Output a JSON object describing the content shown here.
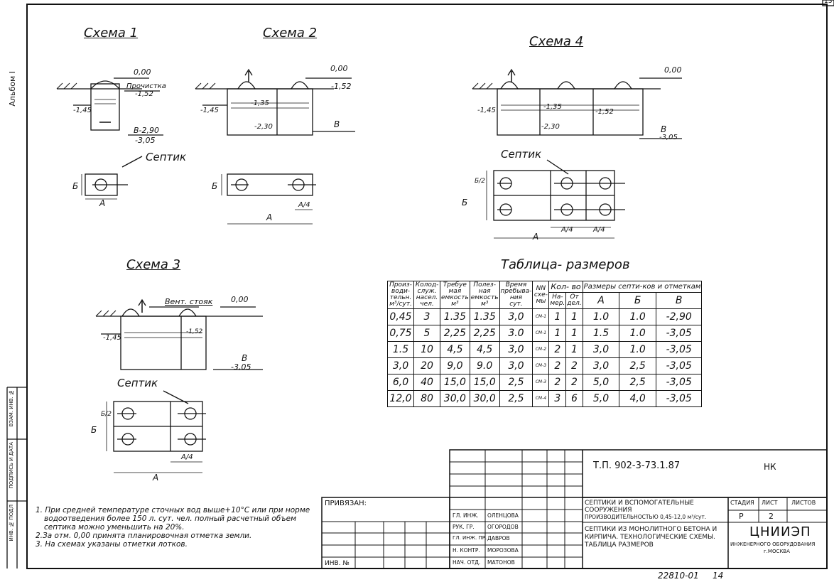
{
  "page": {
    "corner_number": "13",
    "album": "Альбом I",
    "side_stamp": [
      "ИНВ. № ПОДЛ",
      "ПОДПИСЬ И ДАТА",
      "ВЗАМ. ИНВ. №"
    ]
  },
  "schemes": {
    "s1": {
      "title": "Схема 1",
      "lbl_000": "0,00",
      "lbl_lotok": "Прочистка",
      "lbl_152": "-1,52",
      "lbl_145": "-1,45",
      "lbl_b": "В-2,90",
      "lbl_b2": "-3,05",
      "septik": "Септик",
      "dim_a": "А",
      "dim_b": "Б"
    },
    "s2": {
      "title": "Схема 2",
      "lbl_000": "0,00",
      "lbl_152": "-1,52",
      "lbl_145": "-1,45",
      "lbl_135": "-1,35",
      "lbl_230": "-2,30",
      "lbl_b": "В",
      "dim_a": "А",
      "dim_b": "Б",
      "dim_a4": "А/4"
    },
    "s3": {
      "title": "Схема 3",
      "vent": "Вент. стояк",
      "lbl_000": "0,00",
      "lbl_145": "-1,45",
      "lbl_152": "-1,52",
      "lbl_b": "В",
      "lbl_b2": "-3,05",
      "septik": "Септик",
      "dim_a": "А",
      "dim_b": "Б",
      "dim_b2": "Б/2",
      "dim_a4": "А/4"
    },
    "s4": {
      "title": "Схема 4",
      "lbl_000": "0,00",
      "lbl_145": "-1,45",
      "lbl_135": "-1,35",
      "lbl_152": "-1,52",
      "lbl_230": "-2,30",
      "lbl_b": "В",
      "lbl_b2": "-3,05",
      "septik": "Септик",
      "dim_a": "А",
      "dim_b": "Б",
      "dim_b2": "Б/2",
      "dim_a4a": "А/4",
      "dim_a4b": "А/4"
    }
  },
  "table": {
    "title": "Таблица- размеров",
    "headers": {
      "prod": [
        "Произ-",
        "води-",
        "тельн.",
        "м³/сут."
      ],
      "people": [
        "Колод-",
        "служ.",
        "насел.",
        "чел."
      ],
      "volreq": [
        "Требуе",
        "мая",
        "емкость",
        "м³"
      ],
      "volusef": [
        "Полез-",
        "ная",
        "емкость",
        "м³"
      ],
      "time": [
        "Время",
        "пребыва-",
        "ния",
        "сут."
      ],
      "nn": [
        "NN",
        "схе-",
        "мы"
      ],
      "count": "Кол- во",
      "count_sub": [
        "На-",
        "мер."
      ],
      "count_sub2": [
        "От",
        "дел."
      ],
      "sizes": "Размеры септи-ков и отметкам",
      "a": "А",
      "b": "Б",
      "v": "В"
    },
    "rows": [
      [
        "0,45",
        "3",
        "1.35",
        "1.35",
        "3,0",
        "СМ-1",
        "1",
        "1",
        "1.0",
        "1.0",
        "-2,90"
      ],
      [
        "0,75",
        "5",
        "2,25",
        "2,25",
        "3.0",
        "СМ-1",
        "1",
        "1",
        "1.5",
        "1.0",
        "-3,05"
      ],
      [
        "1.5",
        "10",
        "4,5",
        "4,5",
        "3,0",
        "СМ-2",
        "2",
        "1",
        "3,0",
        "1.0",
        "-3,05"
      ],
      [
        "3,0",
        "20",
        "9,0",
        "9.0",
        "3,0",
        "СМ-3",
        "2",
        "2",
        "3,0",
        "2,5",
        "-3,05"
      ],
      [
        "6,0",
        "40",
        "15,0",
        "15,0",
        "2,5",
        "СМ-3",
        "2",
        "2",
        "5,0",
        "2,5",
        "-3,05"
      ],
      [
        "12,0",
        "80",
        "30,0",
        "30,0",
        "2,5",
        "СМ-4",
        "3",
        "6",
        "5,0",
        "4,0",
        "-3,05"
      ]
    ]
  },
  "notes": [
    "1. При средней температуре сточных вод выше+10°С или при норме",
    "водоотведения более 150 л. сут. чел. полный расчетный объем",
    "септика можно уменьшить на 20%.",
    "2.За отм. 0,00 принята планировочная отметка земли.",
    "3. На схемах указаны отметки лотков."
  ],
  "titleblock": {
    "privyazan": "ПРИВЯЗАН:",
    "inv": "ИНВ. №",
    "doc_code": "Т.П. 902-3-73.1.87",
    "mark": "НК",
    "desc1": "СЕПТИКИ И ВСПОМОГАТЕЛЬНЫЕ",
    "desc2": "СООРУЖЕНИЯ",
    "desc3": "ПРОИЗВОДИТЕЛЬНОСТЬЮ 0,45-12,0 м³/сут.",
    "desc4": "СЕПТИКИ ИЗ МОНОЛИТНОГО БЕТОНА И",
    "desc5": "КИРПИЧА. ТЕХНОЛОГИЧЕСКИЕ СХЕМЫ.",
    "desc6": "ТАБЛИЦА РАЗМЕРОВ",
    "stadia": "СТАДИЯ",
    "list": "ЛИСТ",
    "listov": "ЛИСТОВ",
    "stadia_v": "Р",
    "list_v": "2",
    "org1": "ЦНИИЭП",
    "org2": "ИНЖЕНЕРНОГО ОБОРУДОВАНИЯ",
    "org3": "г.МОСКВА",
    "people": [
      [
        "ГЛ. ИНЖ.",
        "ОЛЕНЦОВА"
      ],
      [
        "РУК. ГР.",
        "ОГОРОДОВ"
      ],
      [
        "ГЛ. ИНЖ. ПР.",
        "ДАВРОВ"
      ],
      [
        "Н. КОНТР.",
        "МОРОЗОВА"
      ],
      [
        "НАЧ. ОТД.",
        "МАТОНОВ"
      ]
    ],
    "footer_code": "22810-01",
    "footer_page": "14"
  }
}
